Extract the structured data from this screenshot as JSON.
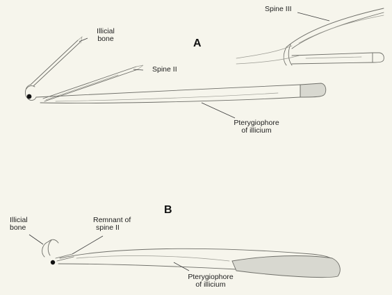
{
  "panels": [
    {
      "letter": "A",
      "labels": {
        "illicial_bone_line1": "Illicial",
        "illicial_bone_line2": "bone",
        "spine_two": "Spine II",
        "spine_three": "Spine III",
        "pterygiophore_line1": "Pterygiophore",
        "pterygiophore_line2": "of illicium"
      }
    },
    {
      "letter": "B",
      "labels": {
        "illicial_bone_line1": "Illicial",
        "illicial_bone_line2": "bone",
        "remnant_line1": "Remnant of",
        "remnant_line2": "spine II",
        "pterygiophore_line1": "Pterygiophore",
        "pterygiophore_line2": "of illicium"
      }
    }
  ],
  "colors": {
    "background": "#f6f5ec",
    "bone_outline": "#6e6e68",
    "cartilage_fill": "#d8d8d0",
    "label_text": "#1d1d1d"
  }
}
